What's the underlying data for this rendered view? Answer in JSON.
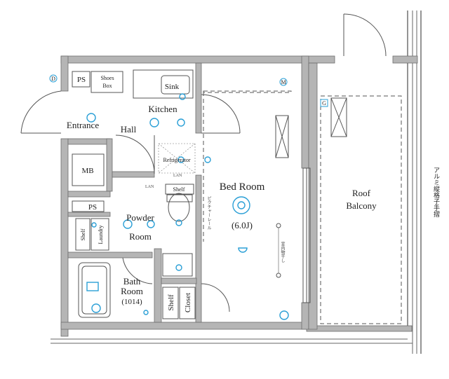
{
  "rooms": {
    "ps_top": "PS",
    "shoes_box": [
      "Shoes",
      "Box"
    ],
    "sink": "Sink",
    "kitchen": "Kitchen",
    "entrance": "Entrance",
    "hall": "Hall",
    "refrigerator": "Refrigerator",
    "mb": "MB",
    "shelf_wc": "Shelf",
    "ps_mid": "PS",
    "powder_room": [
      "Powder",
      "Room"
    ],
    "shelf_side": "Shelf",
    "laundry": "Laundry",
    "bath_room": [
      "Bath",
      "Room",
      "(1014)"
    ],
    "shelf_closet": "Shelf",
    "closet": "Closet",
    "bed_room": "Bed Room",
    "bed_room_size": "(6.0J)",
    "roof_balcony": [
      "Roof",
      "Balcony"
    ]
  },
  "notes": {
    "railing": "アルミ縦格子手摺",
    "curtain_rail": "ピクチャーレール",
    "indoor_clothes_dryer": "室内物干し"
  },
  "symbols": {
    "d": "D",
    "m": "M",
    "g": "G",
    "lan": "LAN"
  },
  "colors": {
    "wall": "#b5b5b5",
    "line": "#555555",
    "equipment": "#2a9fd6"
  }
}
